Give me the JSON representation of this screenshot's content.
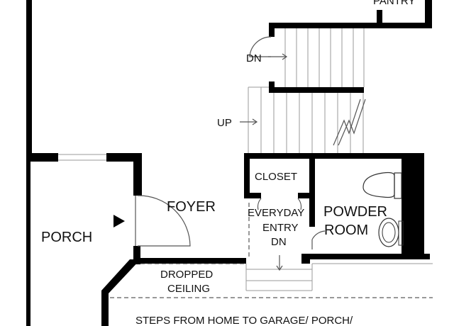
{
  "plan": {
    "labels": {
      "pantry": "PANTRY",
      "stair_down": "DN",
      "stair_up": "UP",
      "closet": "CLOSET",
      "foyer": "FOYER",
      "porch": "PORCH",
      "everyday_entry_line1": "EVERYDAY",
      "everyday_entry_line2": "ENTRY",
      "everyday_entry_line3": "DN",
      "powder_room_line1": "POWDER",
      "powder_room_line2": "ROOM",
      "dropped_ceiling_line1": "DROPPED",
      "dropped_ceiling_line2": "CEILING",
      "steps_note": "STEPS FROM HOME TO GARAGE/ PORCH/"
    },
    "colors": {
      "wall": "#000000",
      "line": "#555555",
      "light_line": "#9a9a9a",
      "text": "#111111",
      "background": "#ffffff"
    },
    "icons": [
      "entry-arrow-icon",
      "toilet-icon",
      "sink-icon",
      "stair-arrow-icon",
      "door-swing-icon"
    ]
  }
}
